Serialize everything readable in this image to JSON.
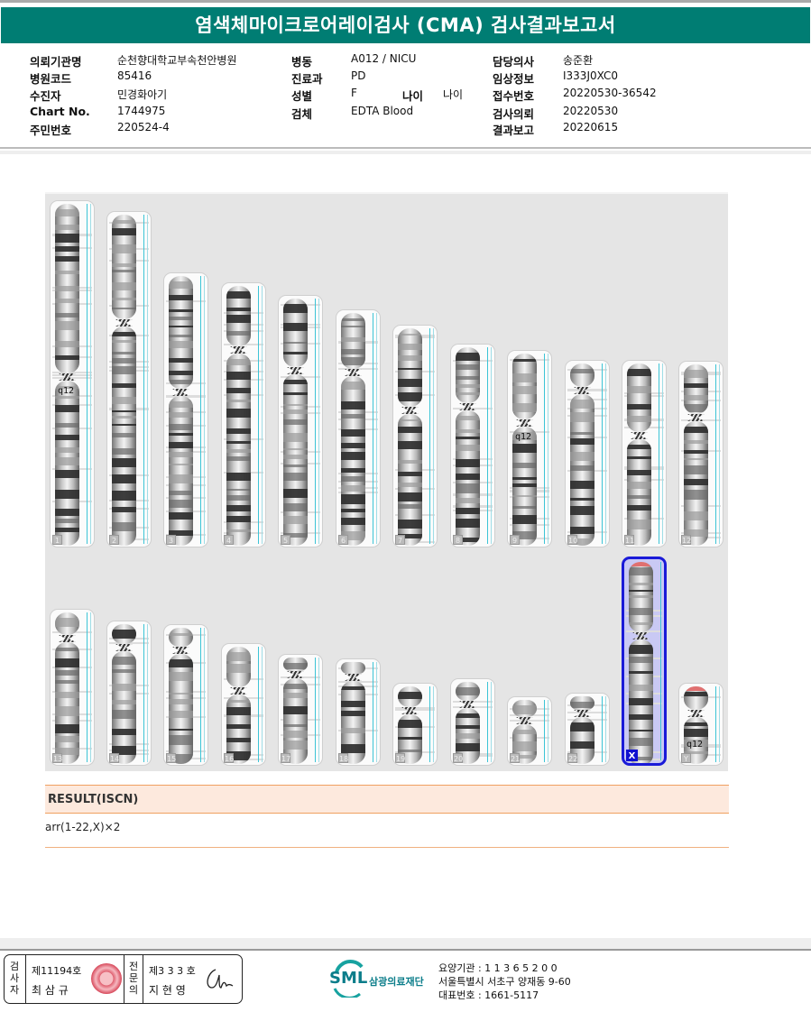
{
  "title": "염색체마이크로어레이검사 (CMA) 검사결과보고서",
  "header": {
    "col1": [
      {
        "label": "의뢰기관명",
        "value": "순천향대학교부속천안병원"
      },
      {
        "label": "병원코드",
        "value": "85416"
      },
      {
        "label": "수진자",
        "value": "민경화아기"
      },
      {
        "label": "Chart No.",
        "value": "1744975"
      },
      {
        "label": "주민번호",
        "value": "220524-4"
      }
    ],
    "col2": [
      {
        "label": "병동",
        "value": "A012 / NICU"
      },
      {
        "label": "진료과",
        "value": "PD"
      },
      {
        "label": "성별",
        "value": "F"
      },
      {
        "label": "검체",
        "value": "EDTA Blood"
      }
    ],
    "age": {
      "label": "나이",
      "value": "나이"
    },
    "col3": [
      {
        "label": "담당의사",
        "value": "송준환"
      },
      {
        "label": "임상정보",
        "value": "I333J0XC0"
      },
      {
        "label": "접수번호",
        "value": "20220530-36542"
      },
      {
        "label": "검사의뢰",
        "value": "20220530"
      },
      {
        "label": "결과보고",
        "value": "20220615"
      }
    ]
  },
  "karyogram": {
    "chromosomes": [
      {
        "label": "1",
        "annotation": "q12"
      },
      {
        "label": "2"
      },
      {
        "label": "3"
      },
      {
        "label": "4"
      },
      {
        "label": "5"
      },
      {
        "label": "6"
      },
      {
        "label": "7"
      },
      {
        "label": "8"
      },
      {
        "label": "9",
        "annotation": "q12"
      },
      {
        "label": "10"
      },
      {
        "label": "11"
      },
      {
        "label": "12"
      },
      {
        "label": "13"
      },
      {
        "label": "14"
      },
      {
        "label": "15"
      },
      {
        "label": "16"
      },
      {
        "label": "17"
      },
      {
        "label": "18"
      },
      {
        "label": "19"
      },
      {
        "label": "20"
      },
      {
        "label": "21"
      },
      {
        "label": "22"
      },
      {
        "label": "X",
        "selected": true
      },
      {
        "label": "Y",
        "annotation": "q12"
      }
    ],
    "selection_color": "#1a1ad8"
  },
  "result": {
    "heading": "RESULT(ISCN)",
    "value": "arr(1-22,X)×2"
  },
  "footer": {
    "examiner_label": "검사자",
    "examiner_no": "제11194호",
    "examiner_name": "최 삼 규",
    "specialist_label": "전문의",
    "specialist_no": "제3 3 3 호",
    "specialist_name": "지 현 영",
    "org_logo": "SML",
    "org_name": "삼광의료재단",
    "org_code": "요양기관 : 1 1 3 6 5 2 0 0",
    "address": "서울특별시 서초구 양재동 9-60",
    "phone": "대표번호 : 1661-5117"
  }
}
